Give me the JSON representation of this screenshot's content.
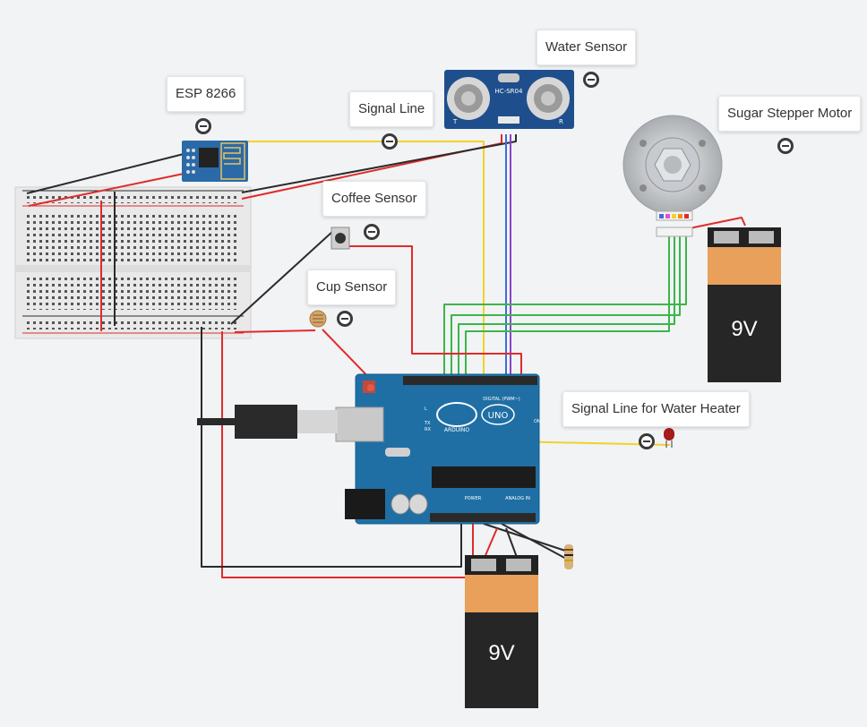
{
  "annotations": [
    {
      "id": "esp",
      "label": "ESP 8266"
    },
    {
      "id": "signal",
      "label": "Signal Line"
    },
    {
      "id": "water",
      "label": "Water Sensor"
    },
    {
      "id": "stepper",
      "label": "Sugar Stepper Motor"
    },
    {
      "id": "coffee",
      "label": "Coffee Sensor"
    },
    {
      "id": "cup",
      "label": "Cup Sensor"
    },
    {
      "id": "heater",
      "label": "Signal Line for Water Heater"
    }
  ],
  "components": {
    "ultrasonic_label": "HC-SR04",
    "ultrasonic_t": "T",
    "ultrasonic_r": "R",
    "battery_top_label": "9V",
    "battery_bottom_label": "9V",
    "arduino_brand": "ARDUINO",
    "arduino_model": "UNO",
    "arduino_digital": "DIGITAL (PWM~)",
    "arduino_power": "POWER",
    "arduino_analog": "ANALOG IN",
    "arduino_on": "ON",
    "arduino_l": "L",
    "arduino_tx": "TX",
    "arduino_rx": "RX"
  },
  "colors": {
    "wire_red": "#e02b2b",
    "wire_black": "#2b2b2b",
    "wire_yellow": "#f1d22a",
    "wire_green": "#3cb54a",
    "wire_blue": "#3b6fd6",
    "wire_purple": "#8a44c7",
    "board_blue": "#1f6fa5",
    "battery_orange": "#e8a05a"
  }
}
